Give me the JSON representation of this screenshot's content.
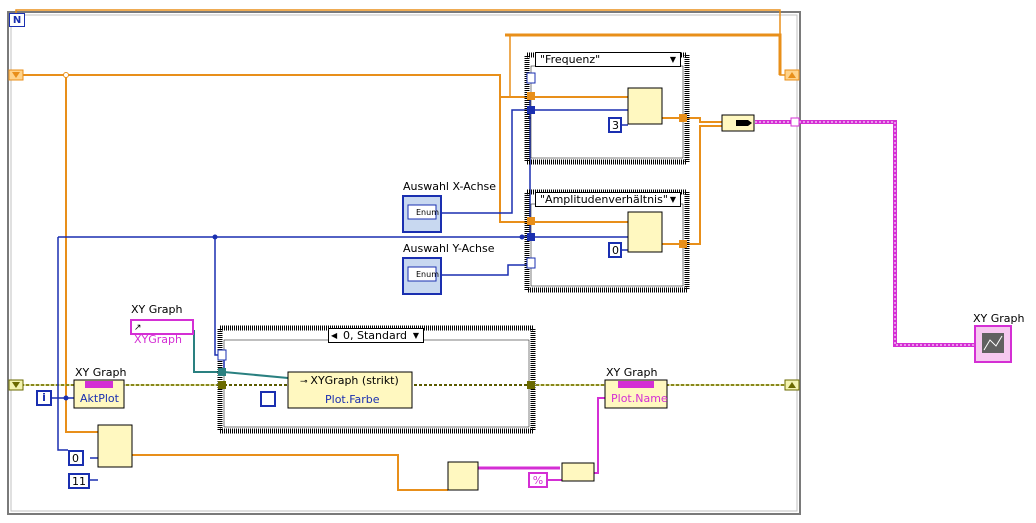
{
  "iteration_terminal": "N",
  "case_frequenz": "\"Frequenz\"",
  "case_amplitude": "\"Amplitudenverhältnis\"",
  "case_standard": "0, Standard",
  "const_3": "3",
  "const_0_case": "0",
  "const_0_bottom": "0",
  "const_11": "11",
  "enum_x_label": "Auswahl X-Achse",
  "enum_y_label": "Auswahl Y-Achse",
  "enum_text": "Enum",
  "xy_graph_ref_label": "XY Graph",
  "xy_graph_ref_value": "XYGraph",
  "xy_graph_prop1_label": "XY Graph",
  "xy_graph_prop1_item": "AktPlot",
  "xy_graph_prop2_label": "XY Graph",
  "xy_graph_prop2_item": "Plot.Name",
  "xy_graph_terminal_label": "XY Graph",
  "invoke_ref": "XYGraph (strikt)",
  "invoke_item": "Plot.Farbe",
  "loop_index": "i",
  "format_const": "%"
}
